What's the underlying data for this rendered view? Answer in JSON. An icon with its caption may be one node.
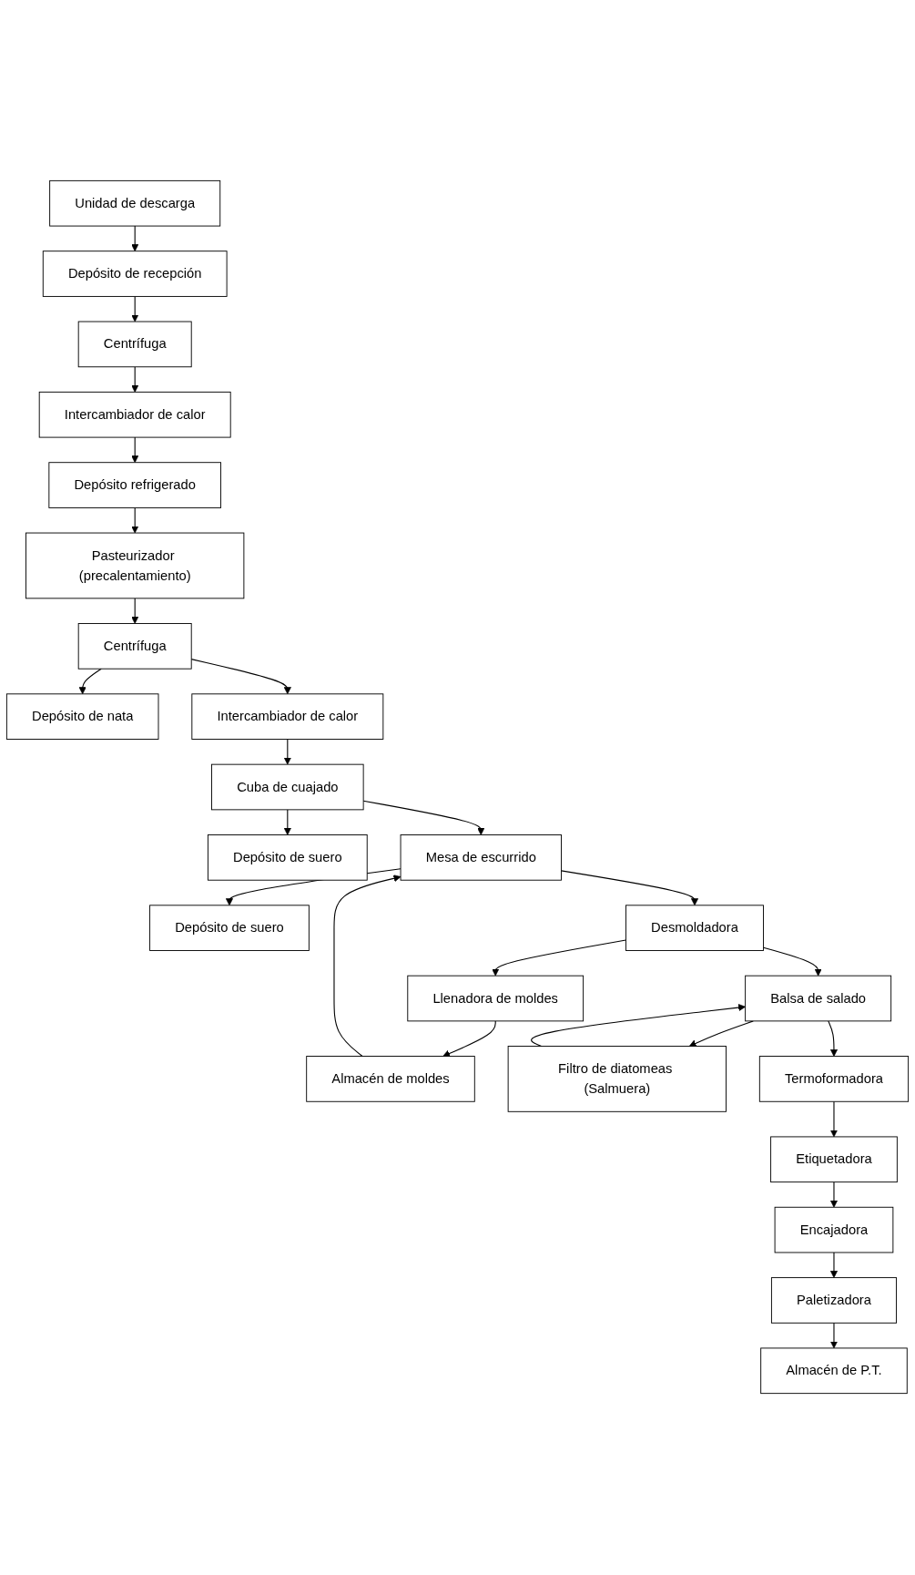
{
  "diagram": {
    "nodes": [
      {
        "text": [
          "Unidad de descarga"
        ]
      },
      {
        "text": [
          "Depósito de recepción"
        ]
      },
      {
        "text": [
          "Centrífuga"
        ]
      },
      {
        "text": [
          "Intercambiador de calor"
        ]
      },
      {
        "text": [
          "Depósito refrigerado"
        ]
      },
      {
        "text": [
          "Pasteurizador (precalentamiento)"
        ]
      },
      {
        "text": [
          "Centrífuga"
        ]
      },
      {
        "text": [
          "Depósito de nata"
        ]
      },
      {
        "text": [
          "Intercambiador de calor"
        ]
      },
      {
        "text": [
          "Cuba de cuajado"
        ]
      },
      {
        "text": [
          "Depósito de suero"
        ]
      },
      {
        "text": [
          "Depósito de suero"
        ]
      },
      {
        "text": [
          "Mesa de escurrido"
        ]
      },
      {
        "text": [
          "Almacén de moldes"
        ]
      },
      {
        "text": [
          "Desmoldadora"
        ]
      },
      {
        "text": [
          "Llenadora de moldes"
        ]
      },
      {
        "text": [
          "Filtro de diatomeas (Salmuera)"
        ]
      },
      {
        "text": [
          "Balsa de salado"
        ]
      },
      {
        "text": [
          "Termoformadora"
        ]
      },
      {
        "text": [
          "Etiquetadora"
        ]
      },
      {
        "text": [
          "Encajadora"
        ]
      },
      {
        "text": [
          "Paletizadora"
        ]
      },
      {
        "text": [
          "Almacén de P.T."
        ]
      }
    ],
    "edges": [
      {
        "from": 0,
        "to": 1,
        "arrow": "to"
      },
      {
        "from": 1,
        "to": 2,
        "arrow": "to"
      },
      {
        "from": 2,
        "to": 3,
        "arrow": "to"
      },
      {
        "from": 3,
        "to": 4,
        "arrow": "to"
      },
      {
        "from": 4,
        "to": 5,
        "arrow": "to"
      },
      {
        "from": 5,
        "to": 6,
        "arrow": "to"
      },
      {
        "from": 6,
        "to": 7,
        "arrow": "to"
      },
      {
        "from": 6,
        "to": 8,
        "arrow": "to"
      },
      {
        "from": 8,
        "to": 9,
        "arrow": "to"
      },
      {
        "from": 9,
        "to": 10,
        "arrow": "to"
      },
      {
        "from": 9,
        "to": 12,
        "arrow": "to"
      },
      {
        "from": 12,
        "to": 11,
        "arrow": "to"
      },
      {
        "from": 13,
        "to": 12,
        "arrow": "to"
      },
      {
        "from": 12,
        "to": 14,
        "arrow": "to"
      },
      {
        "from": 14,
        "to": 15,
        "arrow": "to"
      },
      {
        "from": 15,
        "to": 13,
        "arrow": "to"
      },
      {
        "from": 14,
        "to": 17,
        "arrow": "to"
      },
      {
        "from": 17,
        "to": 16,
        "arrow": "to"
      },
      {
        "from": 16,
        "to": 17,
        "arrow": "to"
      },
      {
        "from": 17,
        "to": 18,
        "arrow": "to"
      },
      {
        "from": 18,
        "to": 19,
        "arrow": "to"
      },
      {
        "from": 19,
        "to": 20,
        "arrow": "to"
      },
      {
        "from": 20,
        "to": 21,
        "arrow": "to"
      },
      {
        "from": 21,
        "to": 22,
        "arrow": "to"
      }
    ]
  }
}
